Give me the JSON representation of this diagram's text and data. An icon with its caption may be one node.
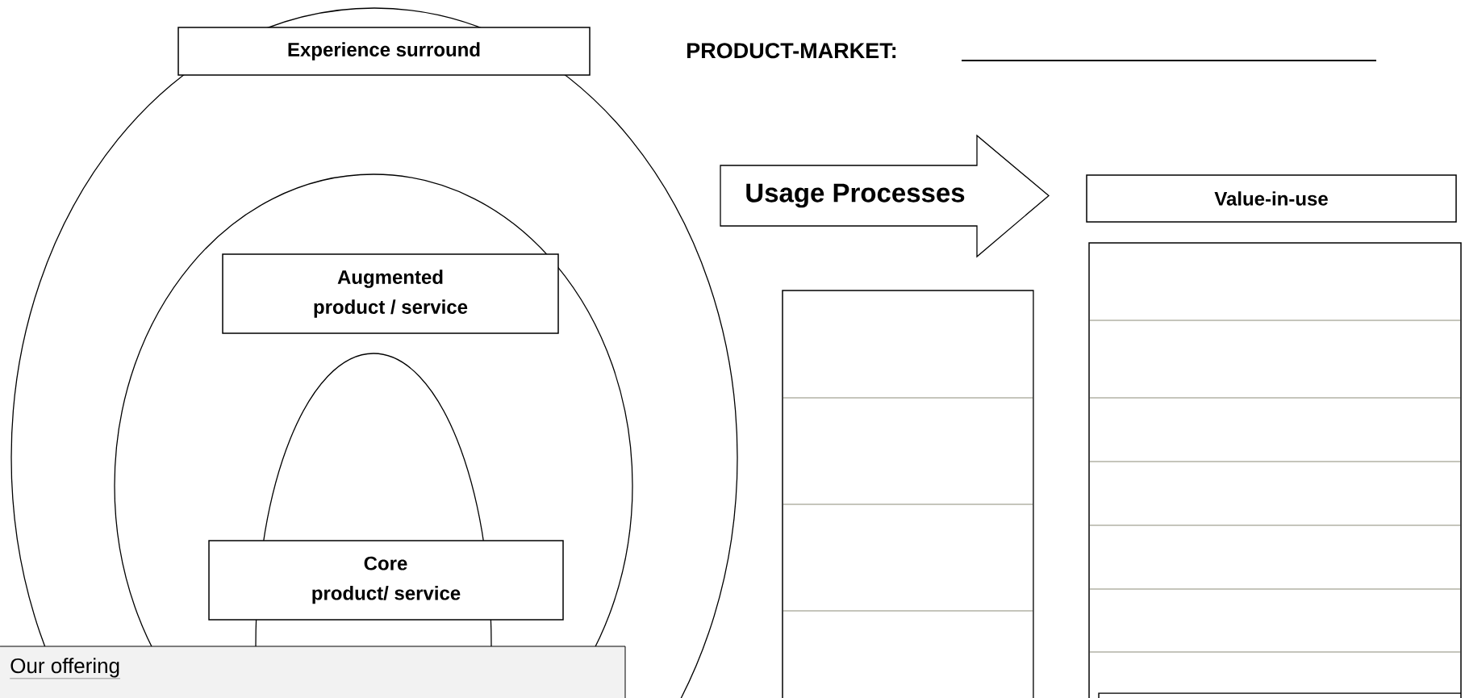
{
  "diagram": {
    "title": "PRODUCT-MARKET:",
    "nodes": [
      {
        "text": [
          "Experience surround"
        ]
      },
      {
        "text": [
          "Augmented product / service"
        ]
      },
      {
        "text": [
          "Core product/ service"
        ]
      },
      {
        "text": [
          "Our offering"
        ]
      },
      {
        "text": [
          "Usage Processes"
        ]
      },
      {
        "text": [
          "Value-in-use"
        ]
      }
    ]
  }
}
